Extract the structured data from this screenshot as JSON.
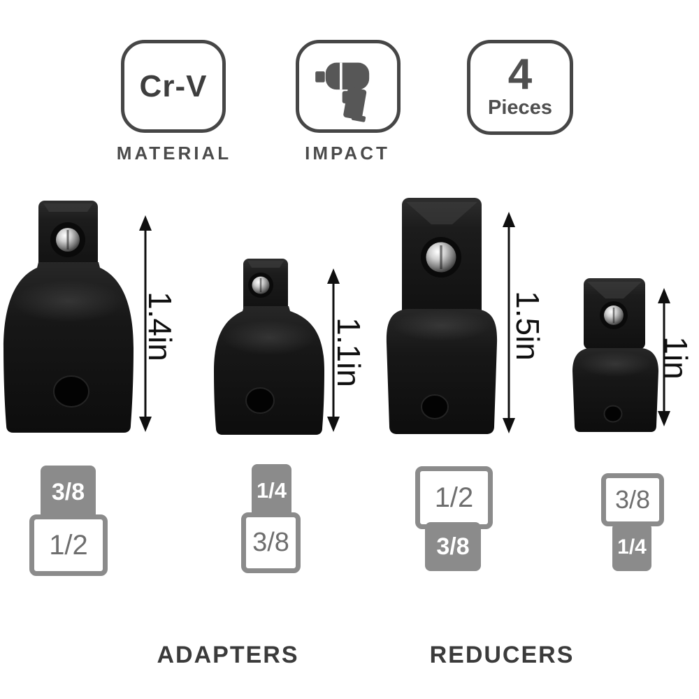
{
  "badges": {
    "material": {
      "value": "Cr-V",
      "caption": "MATERIAL"
    },
    "impact": {
      "icon": "impact-wrench-icon",
      "caption": "IMPACT"
    },
    "pieces": {
      "count": "4",
      "unit": "Pieces"
    }
  },
  "products": [
    {
      "type": "adapter",
      "height": "1.4in",
      "male": "3/8",
      "female": "1/2"
    },
    {
      "type": "adapter",
      "height": "1.1in",
      "male": "1/4",
      "female": "3/8"
    },
    {
      "type": "reducer",
      "height": "1.5in",
      "female": "1/2",
      "male": "3/8"
    },
    {
      "type": "reducer",
      "height": "1in",
      "female": "3/8",
      "male": "1/4"
    }
  ],
  "sections": {
    "adapters": "ADAPTERS",
    "reducers": "REDUCERS"
  },
  "colors": {
    "badge_outline": "#464646",
    "tag_gray": "#8b8b8b",
    "tag_text_gray": "#6e6e6e",
    "caption_text": "#3b3b3b",
    "dimension_ink": "#0f0f0f",
    "product_black": "#141414"
  }
}
